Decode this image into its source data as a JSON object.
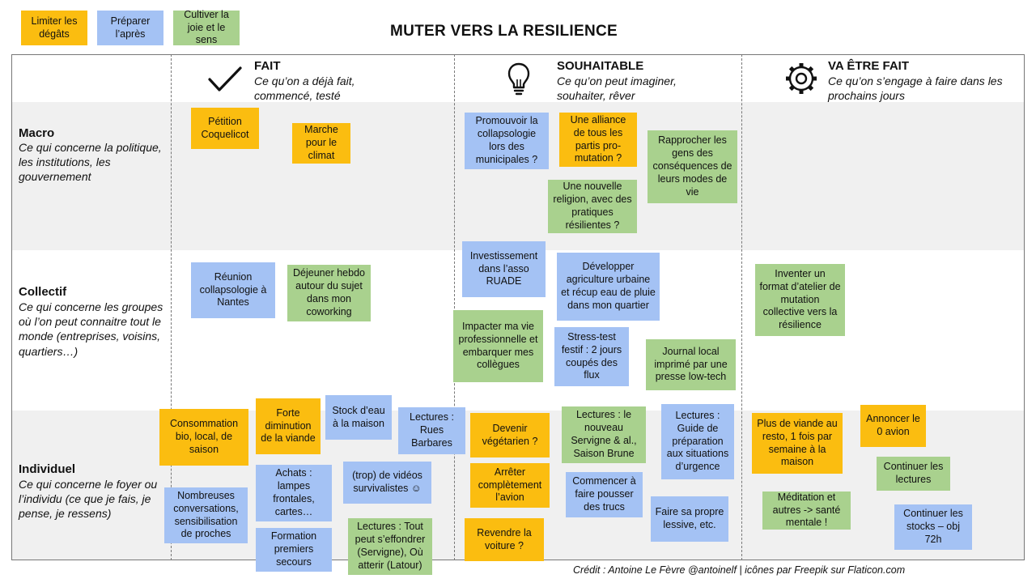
{
  "title": "MUTER VERS LA RESILIENCE",
  "legend": [
    {
      "label": "Limiter les dégâts",
      "color": "#fbbd10"
    },
    {
      "label": "Préparer l’après",
      "color": "#a4c2f4"
    },
    {
      "label": "Cultiver la joie et le sens",
      "color": "#a9d18e"
    }
  ],
  "columns": {
    "fait": {
      "title": "FAIT",
      "subtitle": "Ce qu’on a déjà fait, commencé, testé",
      "icon": "checkmark-icon"
    },
    "souhaitable": {
      "title": "SOUHAITABLE",
      "subtitle": "Ce qu’on peut imaginer, souhaiter, rêver",
      "icon": "lightbulb-icon"
    },
    "va_etre_fait": {
      "title": "VA ÊTRE FAIT",
      "subtitle": "Ce qu’on s’engage à faire dans les prochains jours",
      "icon": "gear-icon"
    }
  },
  "rows": {
    "macro": {
      "title": "Macro",
      "subtitle": "Ce qui concerne la politique,  les institutions, les gouvernement"
    },
    "collectif": {
      "title": "Collectif",
      "subtitle": "Ce qui concerne les groupes où l’on  peut connaitre tout le monde (entreprises, voisins, quartiers…)"
    },
    "individuel": {
      "title": "Individuel",
      "subtitle": "Ce qui concerne le foyer ou l’individu  (ce que je fais, je pense, je ressens)"
    }
  },
  "notes": {
    "n1": "Pétition Coquelicot",
    "n2": "Marche pour le climat",
    "n3": "Promouvoir  la collapsologie lors des municipales ?",
    "n4": "Une alliance de tous les partis pro-mutation ?",
    "n5": "Rapprocher les gens des conséquences de leurs modes de vie",
    "n6": "Une nouvelle religion, avec des pratiques résilientes ?",
    "n7": "Réunion collapsologie à Nantes",
    "n8": "Déjeuner hebdo autour du sujet dans mon coworking",
    "n9": "Investissement dans l’asso RUADE",
    "n10": "Développer agriculture urbaine et récup eau de pluie dans mon quartier",
    "n11": "Impacter ma vie professionnelle et embarquer mes collègues",
    "n12": "Stress-test festif : 2 jours coupés des flux",
    "n13": "Journal local imprimé par une presse low-tech",
    "n14": "Inventer  un format d’atelier de mutation collective vers la résilience",
    "n15": "Consommation bio, local, de saison",
    "n16": "Forte diminution de la viande",
    "n17": "Stock d’eau à la maison",
    "n18": "Lectures : Rues Barbares",
    "n19": "Nombreuses conversations, sensibilisation de proches",
    "n20": "Achats : lampes frontales, cartes…",
    "n21": "(trop) de vidéos survivalistes ☺",
    "n22": "Formation premiers secours",
    "n23": "Lectures : Tout peut s’effondrer (Servigne),  Où atterir (Latour)",
    "n24": "Devenir végétarien ?",
    "n25": "Arrêter complètement l’avion",
    "n26": "Revendre  la voiture ?",
    "n27": "Lectures : le nouveau Servigne & al., Saison Brune",
    "n28": "Commencer à faire pousser des trucs",
    "n29": "Lectures : Guide de préparation aux situations d’urgence",
    "n30": "Faire sa propre lessive, etc.",
    "n31": "Plus de viande au resto, 1 fois par semaine à la maison",
    "n32": "Annoncer le 0 avion",
    "n33": "Continuer les lectures",
    "n34": "Méditation et autres -> santé mentale !",
    "n35": "Continuer les stocks – obj 72h"
  },
  "credit": "Crédit  : Antoine Le Fèvre @antoinelf | icônes par Freepik sur Flaticon.com"
}
